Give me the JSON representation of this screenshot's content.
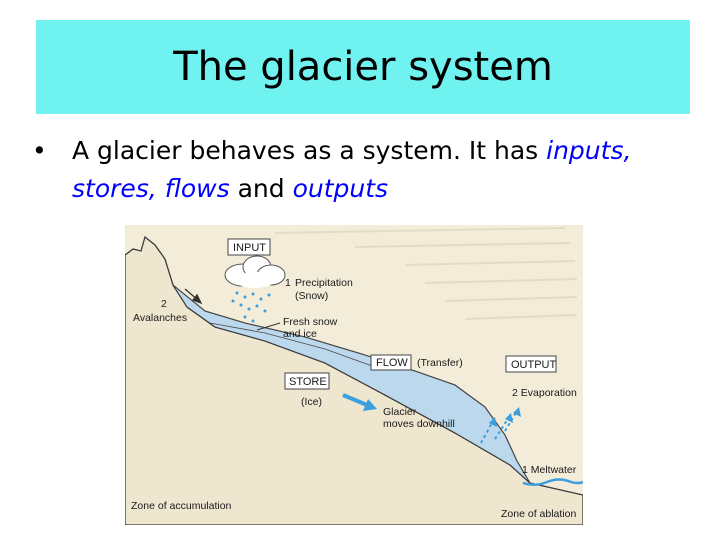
{
  "title": "The glacier system",
  "bullet": {
    "marker": "•",
    "text_before": "A glacier behaves as a system.  It has ",
    "inputs_stores_flows": "inputs, stores, flows",
    "and": " and ",
    "outputs": "outputs"
  },
  "diagram": {
    "input_label": "INPUT",
    "precip_num": "1",
    "precip_label": "Precipitation",
    "snow_label": "(Snow)",
    "aval_num": "2",
    "aval_label": "Avalanches",
    "fresh_label": "Fresh snow",
    "and_ice_label": "and ice",
    "flow_label": "FLOW",
    "transfer_label": "(Transfer)",
    "output_label": "OUTPUT",
    "evap_label": "2  Evaporation",
    "store_label": "STORE",
    "ice_label": "(Ice)",
    "glacier_label": "Glacier",
    "moves_label": "moves downhill",
    "melt_label": "1 Meltwater",
    "accum_label": "Zone of accumulation",
    "ablation_label": "Zone of ablation"
  },
  "colors": {
    "title_bg": "#6ff2f0",
    "emphasis": "#0000ff",
    "paper": "#f2ecd8",
    "ice": "#bcd8ec",
    "arrow": "#3a9ee0"
  }
}
